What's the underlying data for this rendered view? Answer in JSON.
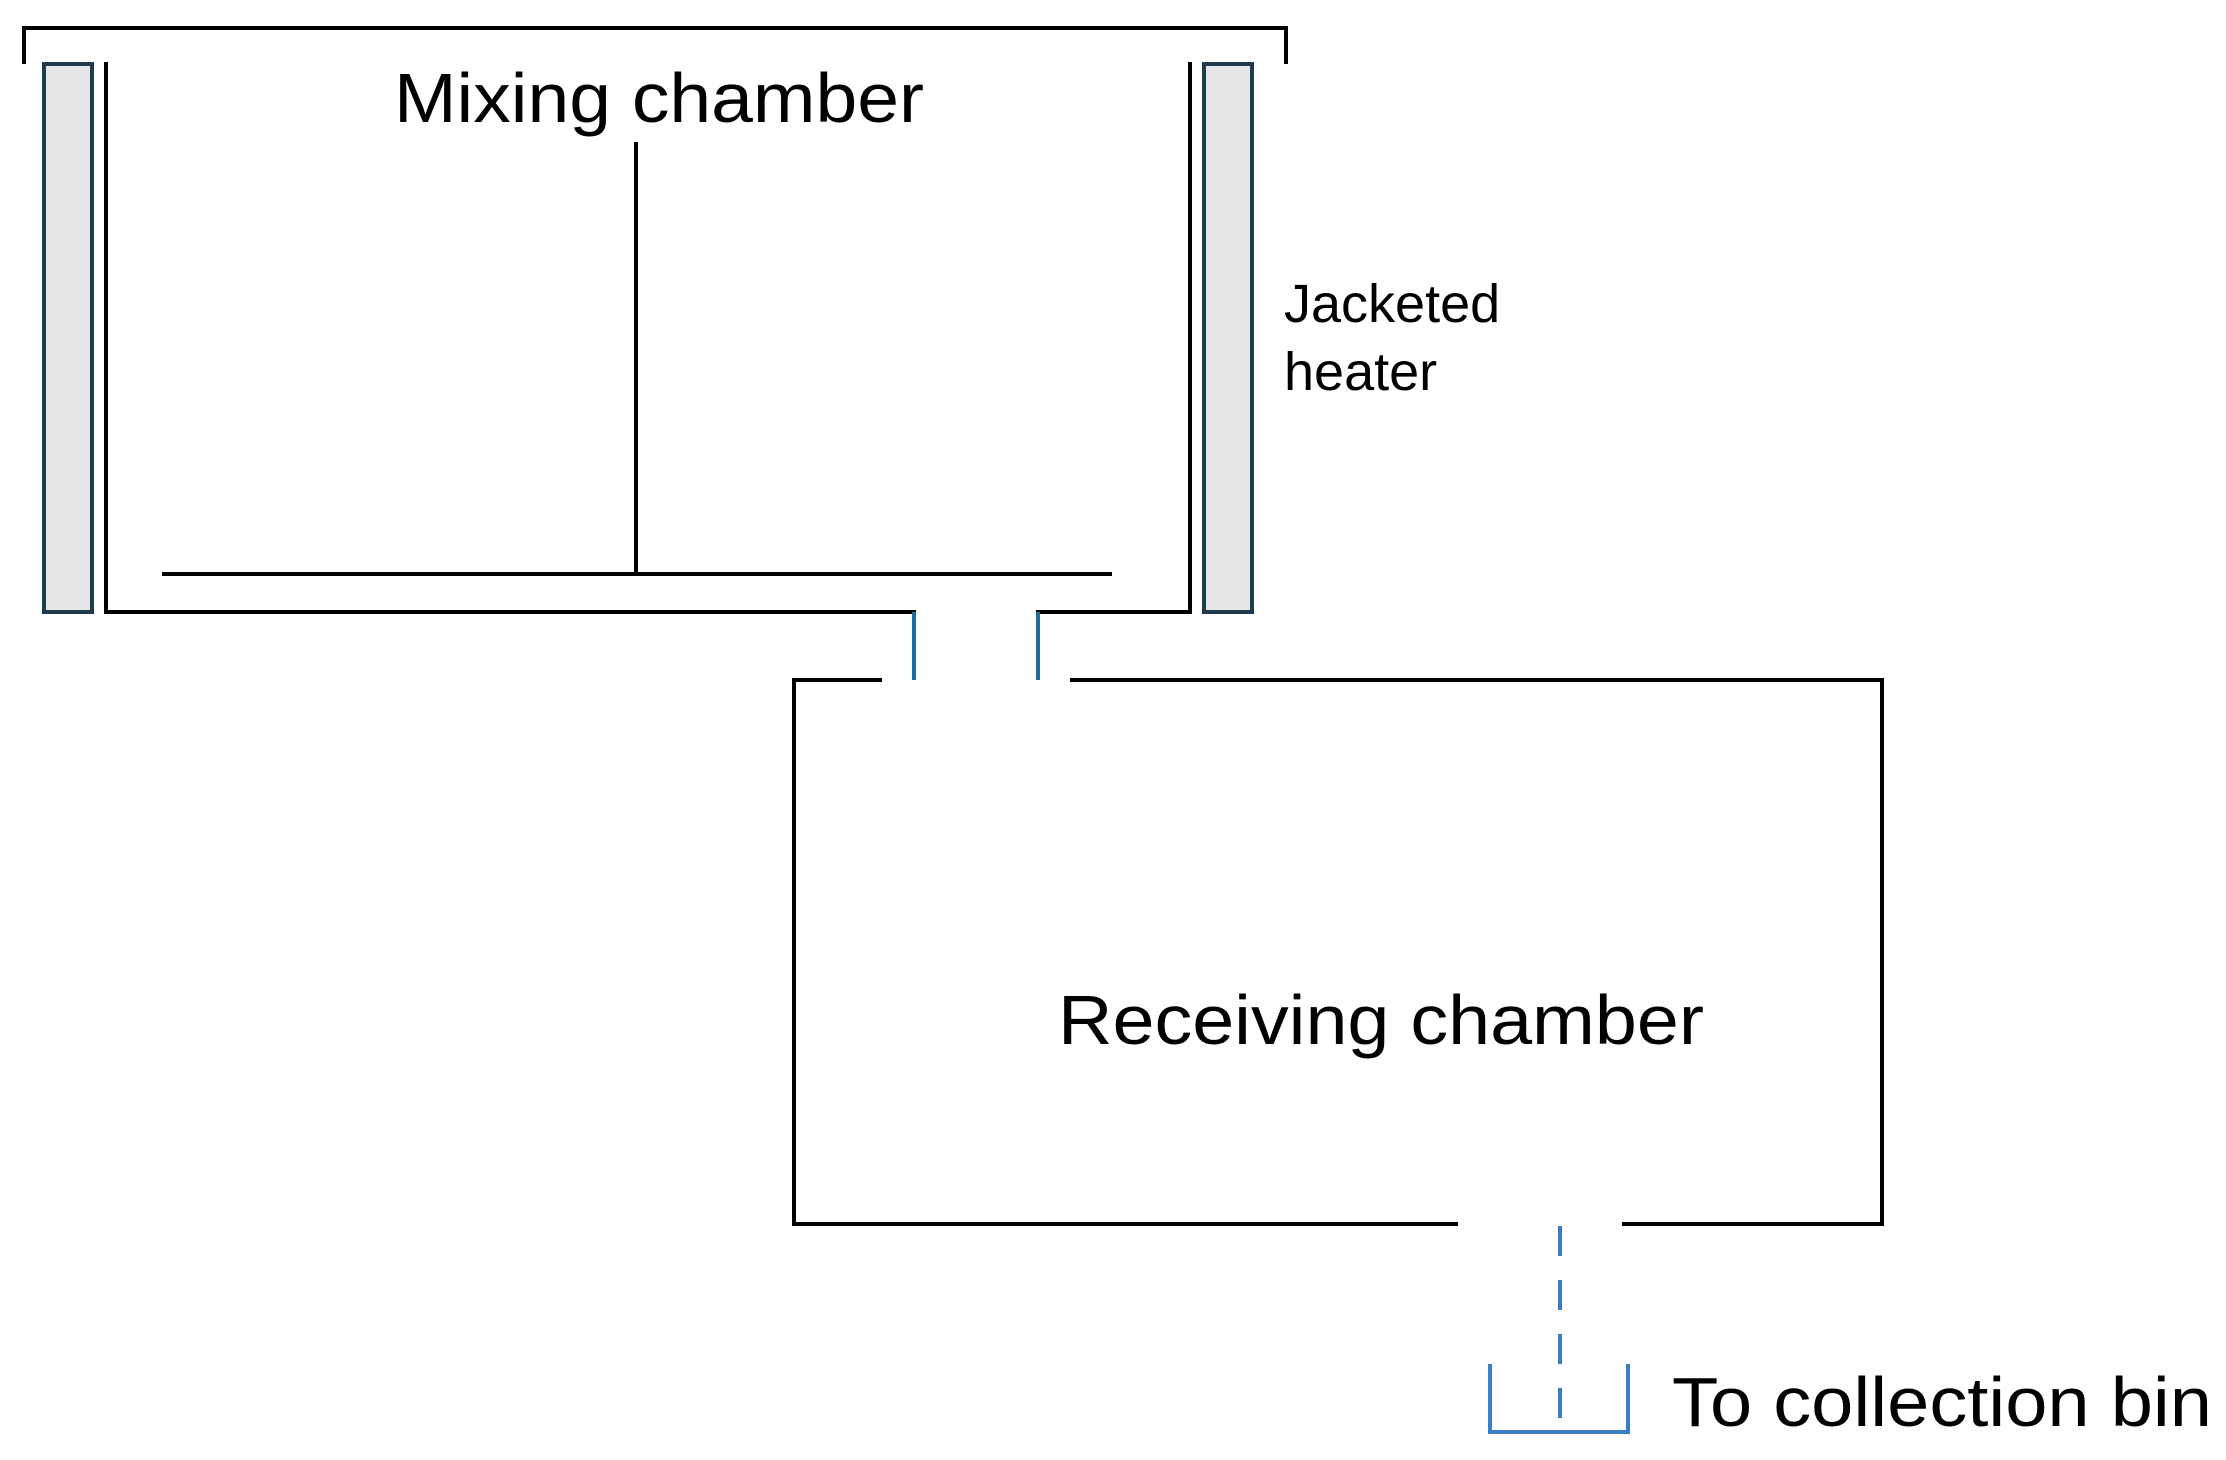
{
  "labels": {
    "mixing_chamber": "Mixing chamber",
    "jacketed_heater_line1": "Jacketed",
    "jacketed_heater_line2": "heater",
    "receiving_chamber": "Receiving chamber",
    "collection_bin": "To collection bin"
  },
  "colors": {
    "outline": "#000000",
    "heater_fill": "#e6e6e6",
    "heater_border": "#1f3a4d",
    "neck_line": "#1a6e9a",
    "drain_line": "#3a7fc4"
  }
}
